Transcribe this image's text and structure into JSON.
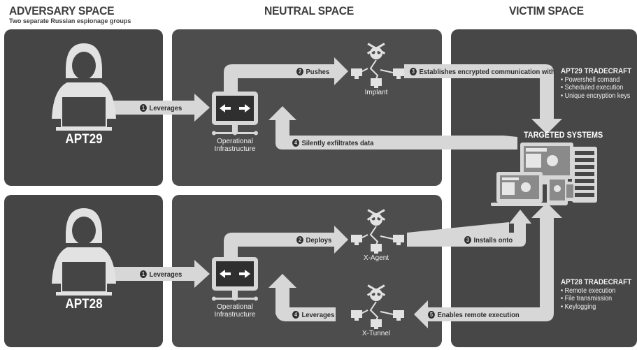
{
  "columns": {
    "adversary": {
      "title": "ADVERSARY SPACE",
      "subtitle": "Two separate Russian espionage groups"
    },
    "neutral": {
      "title": "NEUTRAL SPACE"
    },
    "victim": {
      "title": "VICTIM SPACE"
    }
  },
  "groups": {
    "apt29": {
      "name": "APT29",
      "leverages": "Leverages",
      "infra": [
        "Operational",
        "Infrastructure"
      ],
      "pushes": "Pushes",
      "implant": "Implant",
      "establishes": "Establishes encrypted communication with",
      "exfil": "Silently exfiltrates data",
      "tradecraft": {
        "title": "APT29 TRADECRAFT",
        "items": [
          "Powershell comand",
          "Scheduled execution",
          "Unique encryption keys"
        ]
      }
    },
    "apt28": {
      "name": "APT28",
      "leverages": "Leverages",
      "infra": [
        "Operational",
        "Infrastructure"
      ],
      "deploys": "Deploys",
      "xagent": "X-Agent",
      "installs": "Installs onto",
      "leverages2": "Leverages",
      "xtunnel": "X-Tunnel",
      "enables": "Enables remote execution",
      "tradecraft": {
        "title": "APT28 TRADECRAFT",
        "items": [
          "Remote execution",
          "File transmission",
          "Keylogging"
        ]
      }
    }
  },
  "targets": {
    "title": "TARGETED SYSTEMS"
  },
  "step_numbers": {
    "one": "1",
    "two": "2",
    "three": "3",
    "four": "4",
    "five": "5"
  },
  "bullet": "•",
  "icons": [
    "hacker-icon",
    "infrastructure-monitor-icon",
    "skull-crossbones-icon",
    "network-node-icon",
    "desktop-icon",
    "laptop-icon",
    "tablet-icon",
    "phone-icon",
    "server-rack-icon"
  ],
  "colors": {
    "panel_dark": "#454545",
    "arrow": "#d7d7d7",
    "title_text": "#3d3d3d",
    "white_text": "#ffffff"
  }
}
